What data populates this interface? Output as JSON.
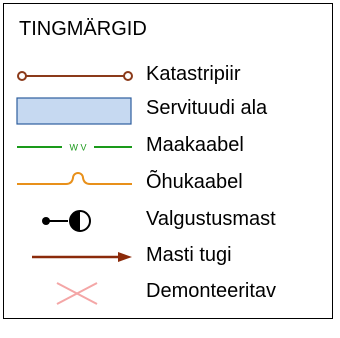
{
  "legend": {
    "title": "TINGMÄRGID",
    "items": [
      {
        "label": "Katastripiir",
        "symbol": "cadastral-boundary-icon",
        "color": "#8B3A1A"
      },
      {
        "label": "Servituudi ala",
        "symbol": "servitude-area-icon",
        "fill": "#C6D9F1",
        "stroke": "#2E5E9E"
      },
      {
        "label": "Maakaabel",
        "symbol": "underground-cable-icon",
        "color": "#1A9A1A",
        "mark": "W V"
      },
      {
        "label": "Õhukaabel",
        "symbol": "overhead-cable-icon",
        "color": "#E8901A"
      },
      {
        "label": "Valgustusmast",
        "symbol": "lighting-mast-icon",
        "color": "#000000"
      },
      {
        "label": "Masti tugi",
        "symbol": "mast-support-icon",
        "color": "#8B2A0A"
      },
      {
        "label": "Demonteeritav",
        "symbol": "dismantle-icon",
        "color": "#F4A6A6"
      }
    ]
  }
}
